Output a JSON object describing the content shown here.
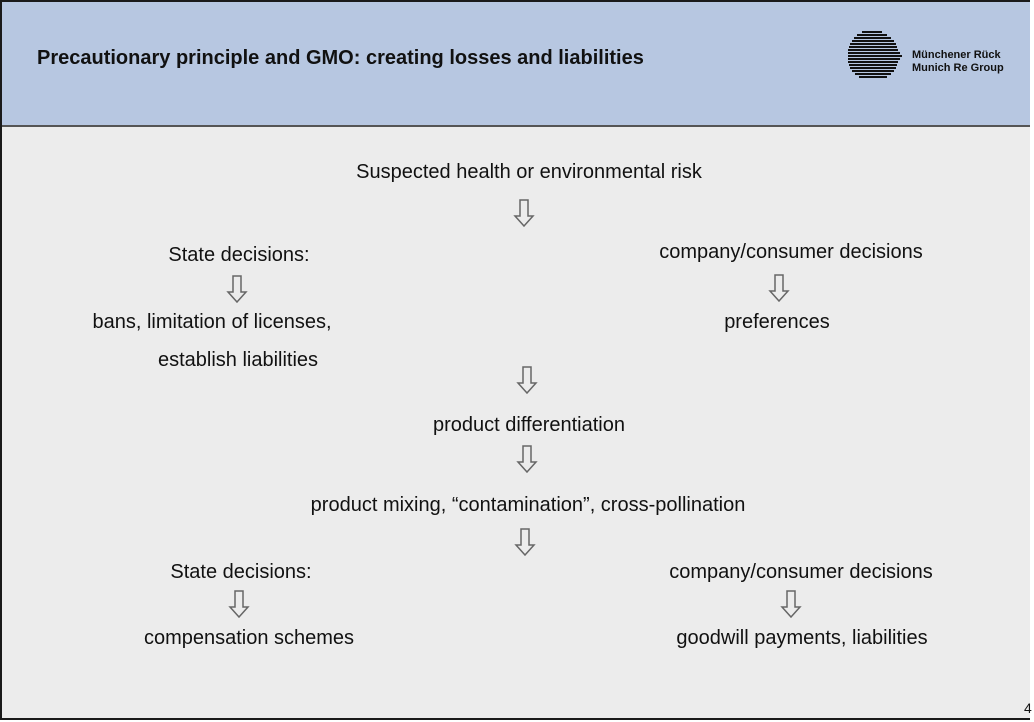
{
  "header": {
    "title": "Precautionary principle and GMO: creating losses and liabilities",
    "logo_line1": "Münchener Rück",
    "logo_line2": "Munich Re Group"
  },
  "flow": {
    "root": "Suspected health or environmental risk",
    "left_top_head": "State decisions:",
    "left_top_item1": "bans, limitation of licenses,",
    "left_top_item2": "establish liabilities",
    "right_top_head": "company/consumer decisions",
    "right_top_item": "preferences",
    "mid1": "product differentiation",
    "mid2": "product mixing, “contamination”, cross-pollination",
    "left_bottom_head": "State decisions:",
    "left_bottom_item": "compensation schemes",
    "right_bottom_head": "company/consumer decisions",
    "right_bottom_item": "goodwill payments, liabilities"
  },
  "page_number": "4"
}
